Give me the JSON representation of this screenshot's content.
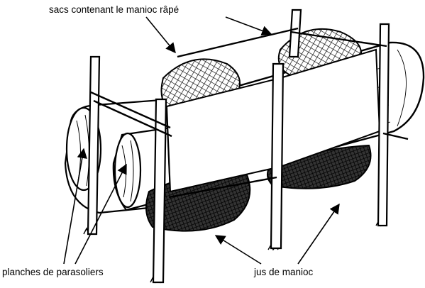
{
  "labels": {
    "sacks": "sacs contenant le manioc râpé",
    "boards": "planches de parasoliers",
    "juice": "jus de manioc"
  },
  "colors": {
    "ink": "#000000",
    "paper": "#ffffff"
  }
}
